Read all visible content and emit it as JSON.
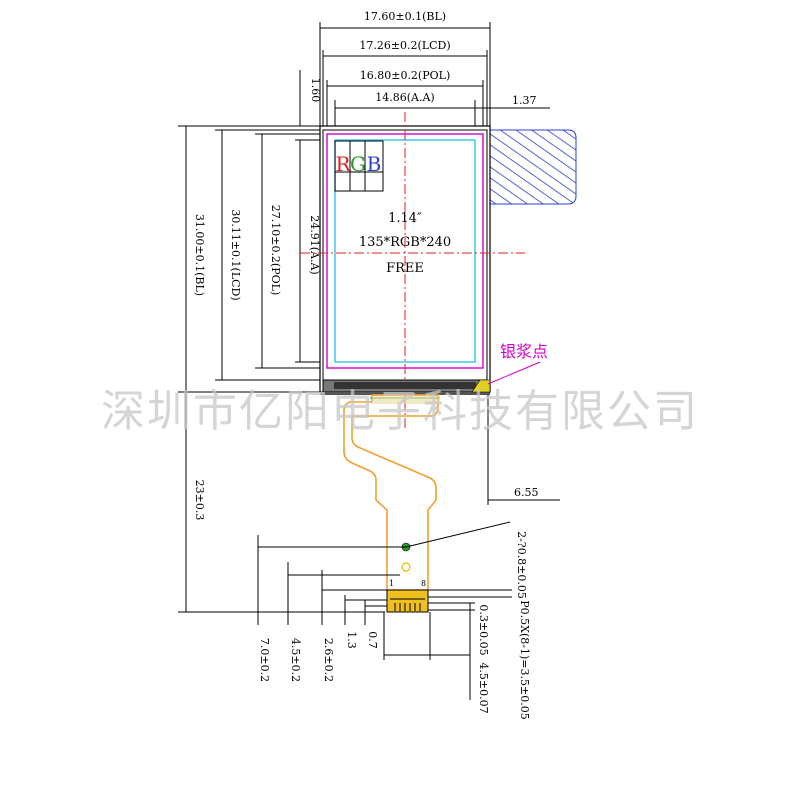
{
  "dimensions": {
    "top": [
      {
        "id": "bl",
        "text": "17.60±0.1(BL)"
      },
      {
        "id": "lcd",
        "text": "17.26±0.2(LCD)"
      },
      {
        "id": "pol",
        "text": "16.80±0.2(POL)"
      },
      {
        "id": "aa",
        "text": "14.86(A.A)"
      }
    ],
    "left_offset": "1.60",
    "right_offset": "1.37",
    "vertical": [
      {
        "id": "bl",
        "text": "31.00±0.1(BL)"
      },
      {
        "id": "lcd",
        "text": "30.11±0.1(LCD)"
      },
      {
        "id": "pol",
        "text": "27.10±0.2(POL)"
      },
      {
        "id": "aa",
        "text": "24.91(A.A)"
      }
    ],
    "fpc_length": "23±0.3",
    "fpc_offset": "6.55",
    "bottom": [
      "7.0±0.2",
      "4.5±0.2",
      "2.6±0.2",
      "1.3",
      "0.7"
    ],
    "right_column": [
      "2-?0.8±0.05",
      "P0.5X(8-1)=3.5±0.05",
      "0.3±0.05",
      "4.5±0.07"
    ]
  },
  "display": {
    "rgb_letters": [
      "R",
      "G",
      "B"
    ],
    "size": "1.14″",
    "resolution": "135*RGB*240",
    "mode": "FREE"
  },
  "annotation": "银浆点",
  "connector_pins": {
    "first": "1",
    "last": "8"
  },
  "watermark": "深圳市亿阳电子科技有限公司",
  "colors": {
    "magenta": "#d400c8",
    "cyan": "#2ec8e0",
    "red": "#e02020",
    "green": "#2a9a2a",
    "blue": "#2a40d0",
    "fpc": "#f0a030",
    "hatch": "#2a40d0"
  }
}
